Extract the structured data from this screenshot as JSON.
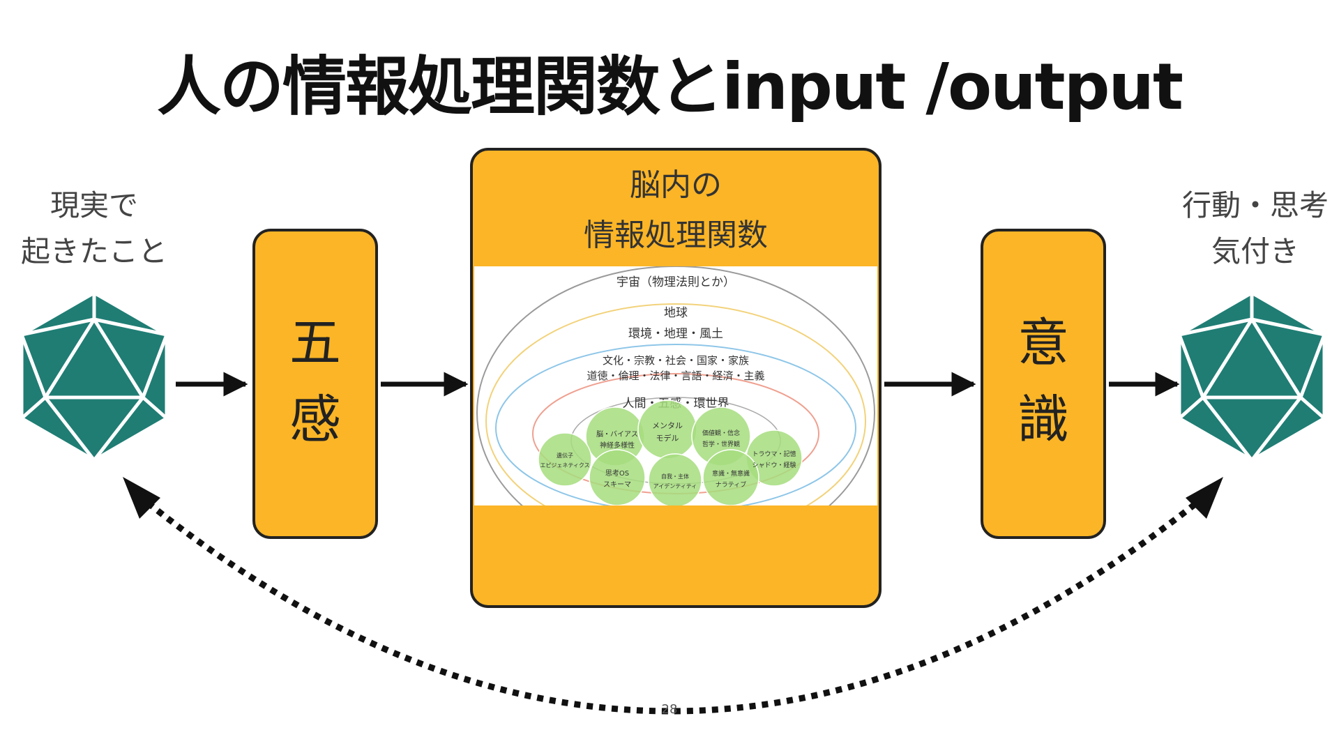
{
  "slide": {
    "title": "人の情報処理関数とinput /output",
    "page_number": "28"
  },
  "left_label": {
    "line1": "現実で",
    "line2": "起きたこと"
  },
  "right_label": {
    "line1": "行動・思考",
    "line2": "気付き"
  },
  "senses_box": {
    "line1": "五",
    "line2": "感"
  },
  "consciousness_box": {
    "line1": "意",
    "line2": "識"
  },
  "brain_box": {
    "title_line1": "脳内の",
    "title_line2": "情報処理関数"
  },
  "nested_diagram": {
    "universe": "宇宙（物理法則とか）",
    "earth": "地球",
    "environment": "環境・地理・風土",
    "culture_line1": "文化・宗教・社会・国家・家族",
    "culture_line2": "道徳・倫理・法律・言語・経済・主義",
    "human": "人間・五感・環世界",
    "bubbles": {
      "brain_bias_1": "脳・バイアス",
      "brain_bias_2": "神経多様性",
      "mental_model_1": "メンタル",
      "mental_model_2": "モデル",
      "values_1": "価値観・信念",
      "values_2": "哲学・世界観",
      "genes_1": "遺伝子",
      "genes_2": "エピジェネティクス",
      "trauma_1": "トラウマ・記憶",
      "trauma_2": "シャドウ・経験",
      "thinking_os_1": "思考OS",
      "thinking_os_2": "スキーマ",
      "self_1": "自我・主体",
      "self_2": "アイデンティティ",
      "conscious_1": "意識・無意識",
      "conscious_2": "ナラティブ"
    }
  },
  "colors": {
    "box_fill": "#FBB526",
    "icosahedron": "#1F7D74",
    "bubble": "#A6DD7E",
    "universe_ring": "#9a9a9a",
    "earth_ring": "#F2D27A",
    "culture_ring": "#8EC6E8",
    "human_ring": "#EFA090"
  },
  "icons": {
    "left": "icosahedron-icon",
    "right": "icosahedron-icon",
    "arrows": "right-arrow-icon",
    "feedback": "dotted-double-arrow-icon"
  }
}
